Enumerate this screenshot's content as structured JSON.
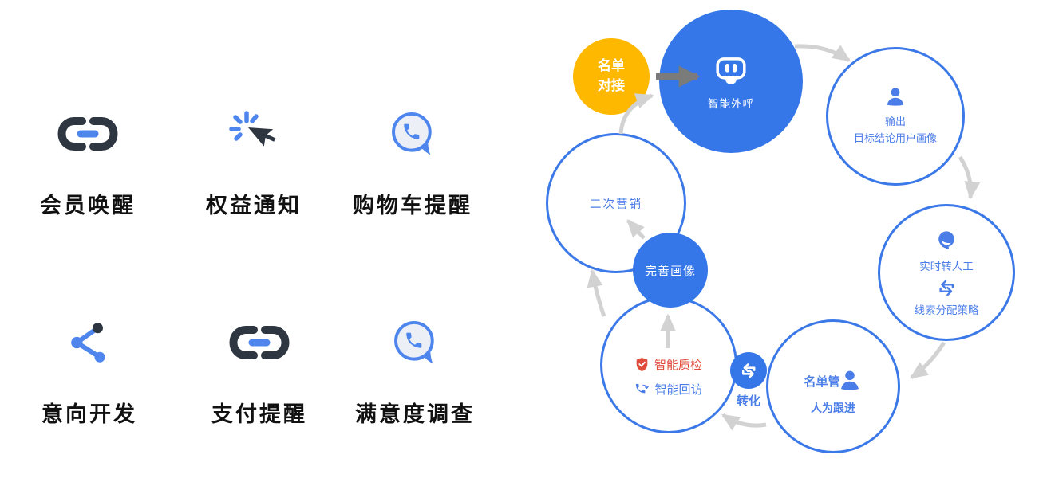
{
  "features": [
    {
      "label": "会员唤醒",
      "icon": "link-icon"
    },
    {
      "label": "权益通知",
      "icon": "click-cursor-icon"
    },
    {
      "label": "购物车提醒",
      "icon": "phone-bubble-icon"
    },
    {
      "label": "意向开发",
      "icon": "share-icon"
    },
    {
      "label": "支付提醒",
      "icon": "link-icon"
    },
    {
      "label": "满意度调查",
      "icon": "phone-bubble-icon"
    }
  ],
  "diagram": {
    "list_docking": {
      "line1": "名单",
      "line2": "对接"
    },
    "smart_outbound": {
      "label": "智能外呼",
      "icon": "robot-icon"
    },
    "output_profile": {
      "line1": "输出",
      "line2": "目标结论用户画像",
      "icon": "person-icon"
    },
    "human_transfer": {
      "line1": "实时转人工",
      "line2": "线索分配策略",
      "icons": [
        "agent-headset-icon",
        "swap-arrows-icon"
      ]
    },
    "list_management": {
      "line1": "名单管",
      "line2": "人为跟进",
      "icon": "person-icon"
    },
    "quality": {
      "item1": "智能质检",
      "item2": "智能回访",
      "icons": [
        "shield-check-icon",
        "phone-refresh-icon"
      ]
    },
    "remarketing": {
      "label": "二次营销"
    },
    "improve_profile": {
      "label": "完善画像"
    },
    "conversion": {
      "label": "转化",
      "icon": "swap-arrows-icon"
    }
  },
  "colors": {
    "primary_blue": "#3577e8",
    "outline_blue": "#3b78e8",
    "text_blue": "#4a7de8",
    "yellow": "#ffb800",
    "red": "#e04b3c",
    "arrow_gray": "#d2d2d2",
    "arrow_dark": "#7b7b7b",
    "icon_dark": "#2e3642",
    "icon_blue": "#4e86ee",
    "bubble_fill": "#eceff6"
  }
}
